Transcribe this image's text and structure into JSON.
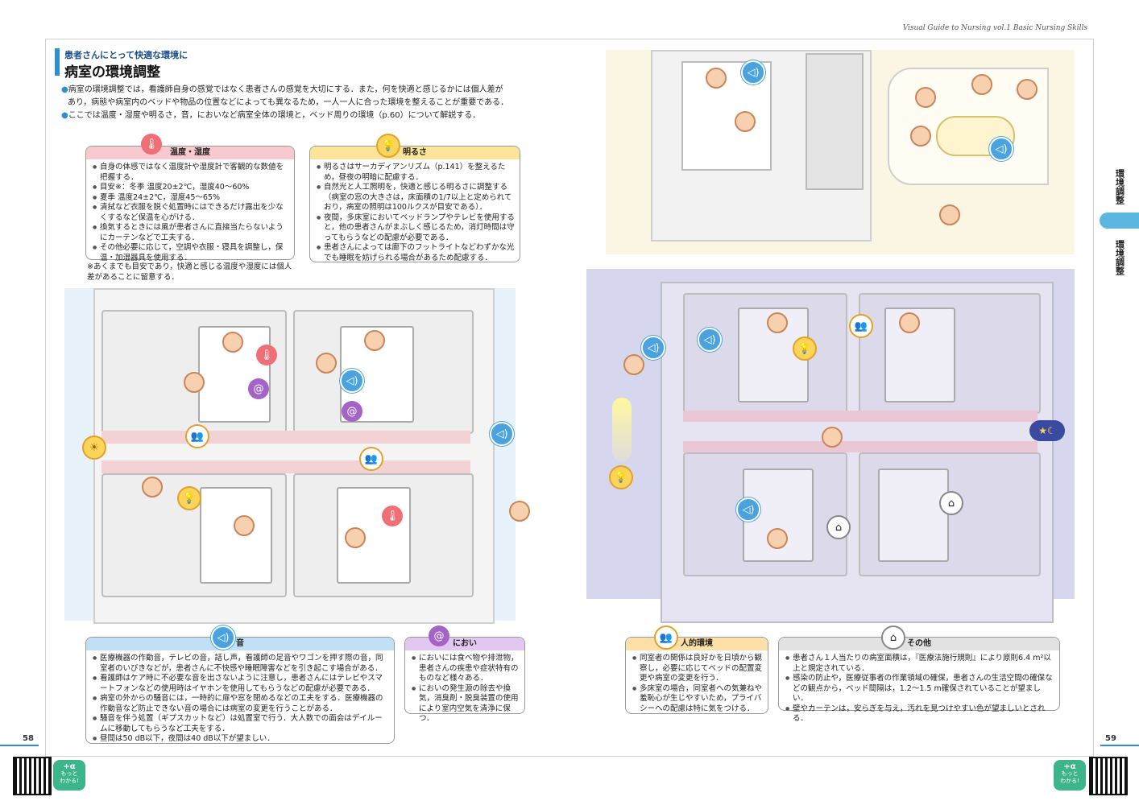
{
  "header": {
    "series": "Visual Guide to Nursing vol.1 Basic Nursing Skills"
  },
  "page": {
    "subtitle": "患者さんにとって快適な環境に",
    "title": "病室の環境調整",
    "intro": [
      "病室の環境調整では，看護師自身の感覚ではなく患者さんの感覚を大切にする．また，何を快適と感じるかには個人差が",
      "あり，病態や病室内のベッドや物品の位置などによっても異なるため，一人一人に合った環境を整えることが重要である．",
      "ここでは温度・湿度や明るさ，音，においなど病室全体の環境と，ベッド周りの環境（p.60）について解説する．"
    ]
  },
  "boxes": {
    "temperature": {
      "heading": "温度・湿度",
      "items": [
        "自身の体感ではなく温度計や湿度計で客観的な数値を把握する．",
        "目安※：冬季 温度20±2℃，湿度40〜60%",
        "夏季 温度24±2℃，湿度45〜65%",
        "清拭など衣服を脱ぐ処置時にはできるだけ露出を少なくするなど保温を心がける．",
        "換気するときには風が患者さんに直接当たらないようにカーテンなどで工夫する．",
        "その他必要に応じて，空調や衣服・寝具を調整し，保温・加湿器具を使用する．"
      ],
      "note": "※あくまでも目安であり，快適と感じる温度や湿度には個人差があることに留意する．"
    },
    "brightness": {
      "heading": "明るさ",
      "items": [
        "明るさはサーカディアンリズム（p.141）を整えるため，昼夜の明暗に配慮する．",
        "自然光と人工照明を，快適と感じる明るさに調整する（病室の窓の大きさは，床面積の1/7以上と定められており，病室の照明は100ルクスが目安である）．",
        "夜間，多床室においてベッドランプやテレビを使用すると，他の患者さんがまぶしく感じるため，消灯時間は守ってもらうなどの配慮が必要である．",
        "患者さんによっては廊下のフットライトなどわずかな光でも睡眠を妨げられる場合があるため配慮する．"
      ]
    },
    "sound": {
      "heading": "音",
      "items": [
        "医療機器の作動音，テレビの音，話し声，看護師の足音やワゴンを押す際の音，同室者のいびきなどが，患者さんに不快感や睡眠障害などを引き起こす場合がある．",
        "看護師はケア時に不必要な音を出さないように注意し，患者さんにはテレビやスマートフォンなどの使用時はイヤホンを使用してもらうなどの配慮が必要である．",
        "病室の外からの騒音には，一時的に扉や窓を閉めるなどの工夫をする．医療機器の作動音など防止できない音の場合には病室の変更を行うことがある．",
        "騒音を伴う処置（ギプスカットなど）は処置室で行う．大人数での面会はデイルームに移動してもらうなど工夫をする．",
        "昼間は50 dB以下，夜間は40 dB以下が望ましい．"
      ]
    },
    "smell": {
      "heading": "におい",
      "items": [
        "においには食べ物や排泄物，患者さんの疾患や症状特有のものなど様々ある．",
        "においの発生源の除去や換気，消臭剤・脱臭装置の使用により室内空気を清浄に保つ．"
      ]
    },
    "human": {
      "heading": "人的環境",
      "items": [
        "同室者の関係は良好かを日頃から観察し，必要に応じてベッドの配置変更や病室の変更を行う．",
        "多床室の場合，同室者への気兼ねや羞恥心が生じやすいため，プライバシーへの配慮は特に気をつける．"
      ]
    },
    "other": {
      "heading": "その他",
      "items": [
        "患者さん１人当たりの病室面積は，『医療法施行規則』により原則6.4 m²以上と規定されている．",
        "感染の防止や，医療従事者の作業領域の確保，患者さんの生活空間の確保などの観点から，ベッド間隔は，1.2〜1.5 m確保されていることが望ましい．",
        "壁やカーテンは，安らぎを与え，汚れを見つけやすい色が望ましいとされる．"
      ]
    }
  },
  "side_tabs": [
    "環境調整",
    "環境調整"
  ],
  "page_numbers": {
    "left": "58",
    "right": "59"
  },
  "plus_alpha": {
    "label": "+α",
    "sub1": "もっと",
    "sub2": "わかる!"
  },
  "colors": {
    "accent": "#2d8fd0",
    "temp": "#ef6f77",
    "light": "#fbd45a",
    "sound": "#4aa3e0",
    "smell": "#a464c6",
    "human": "#e3a12a",
    "green": "#3db58a"
  },
  "icons": [
    "thermometer-icon",
    "lamp-icon",
    "speaker-icon",
    "smell-swirl-icon",
    "people-icon",
    "bed-gap-icon"
  ]
}
